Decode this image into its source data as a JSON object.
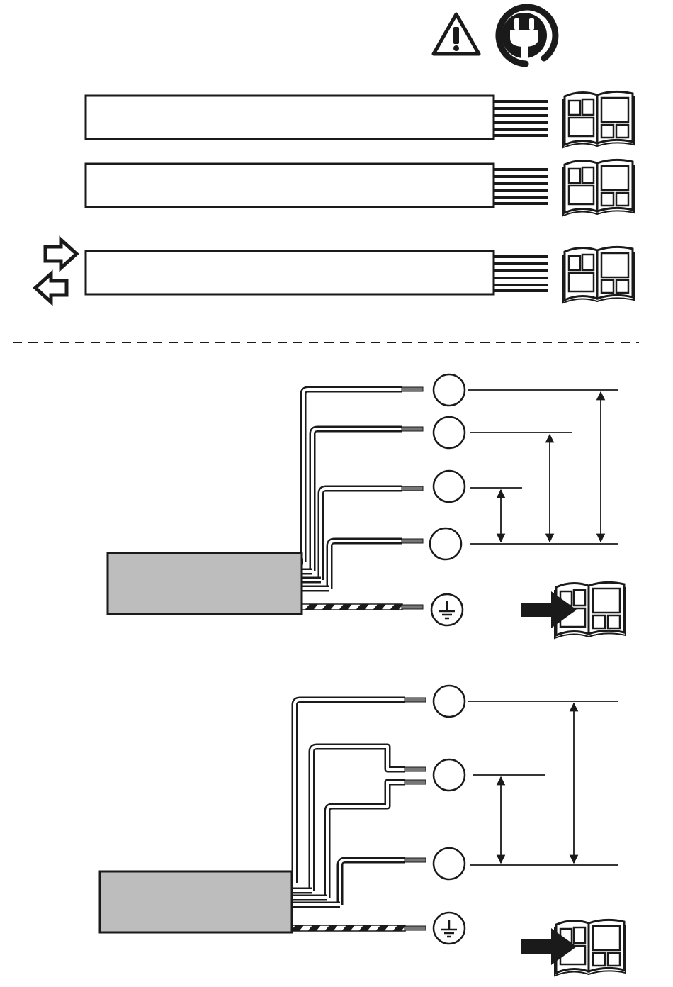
{
  "header_icons": [
    {
      "icon": "warning-triangle-icon"
    },
    {
      "icon": "mains-plug-icon"
    }
  ],
  "top_section": {
    "label_strips": [
      {
        "id": 1,
        "text": "",
        "icon": "manual-book-icon"
      },
      {
        "id": 2,
        "text": "",
        "icon": "manual-book-icon"
      },
      {
        "id": 3,
        "text": "",
        "icon": "manual-book-icon",
        "side_icon": "swap-arrows-icon"
      }
    ]
  },
  "divider": {
    "style": "dashed"
  },
  "wiring_diagram_1": {
    "block_color": "#bdbdbd",
    "terminals": [
      {
        "id": "t1",
        "label": ""
      },
      {
        "id": "t2",
        "label": ""
      },
      {
        "id": "t3",
        "label": ""
      },
      {
        "id": "t4",
        "label": ""
      },
      {
        "id": "ground",
        "icon": "ground-icon"
      }
    ],
    "dimensions": 3,
    "reference_icon": "manual-book-icon"
  },
  "wiring_diagram_2": {
    "block_color": "#bdbdbd",
    "terminals": [
      {
        "id": "t1",
        "label": ""
      },
      {
        "id": "t2",
        "label": ""
      },
      {
        "id": "t3",
        "label": ""
      },
      {
        "id": "ground",
        "icon": "ground-icon"
      }
    ],
    "dimensions": 2,
    "reference_icon": "manual-book-icon"
  },
  "colors": {
    "ink": "#1a1a1a",
    "block_fill": "#bdbdbd",
    "paper": "#ffffff"
  }
}
